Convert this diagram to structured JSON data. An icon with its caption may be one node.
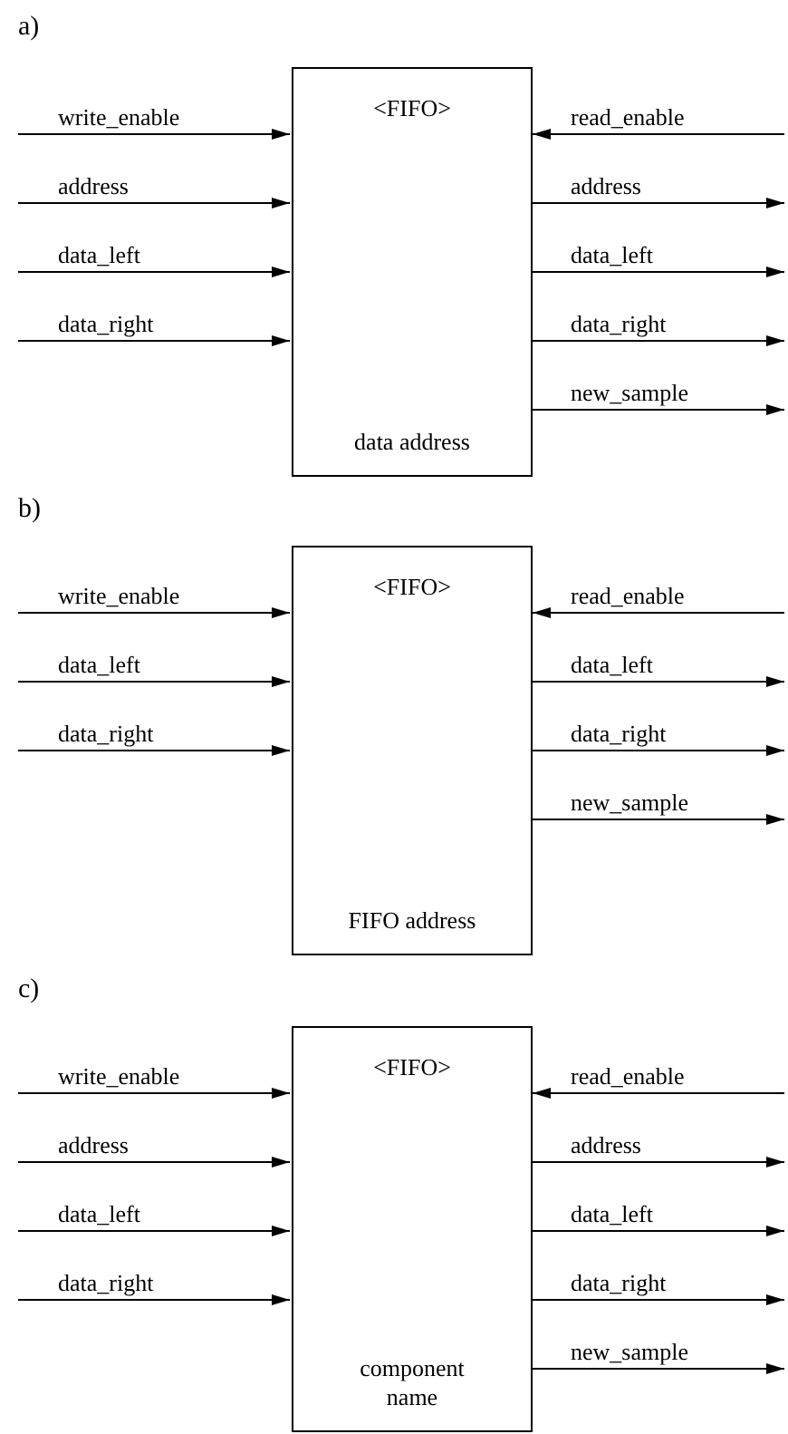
{
  "diagram": {
    "nodes": [
      {
        "text": [
          "<FIFO>",
          "data address"
        ]
      },
      {
        "text": [
          "<FIFO>",
          "FIFO address"
        ]
      },
      {
        "text": [
          "<FIFO>",
          "component name"
        ]
      }
    ],
    "edges": [
      {
        "from": null,
        "to": 0,
        "arrow": "to",
        "label": "write_enable"
      },
      {
        "from": null,
        "to": 0,
        "arrow": "to",
        "label": "address"
      },
      {
        "from": null,
        "to": 0,
        "arrow": "to",
        "label": "data_left"
      },
      {
        "from": null,
        "to": 0,
        "arrow": "to",
        "label": "data_right"
      },
      {
        "from": null,
        "to": 0,
        "arrow": "to",
        "label": "read_enable"
      },
      {
        "from": 0,
        "to": null,
        "arrow": "to",
        "label": "address"
      },
      {
        "from": 0,
        "to": null,
        "arrow": "to",
        "label": "data_left"
      },
      {
        "from": 0,
        "to": null,
        "arrow": "to",
        "label": "data_right"
      },
      {
        "from": 0,
        "to": null,
        "arrow": "to",
        "label": "new_sample"
      },
      {
        "from": null,
        "to": 1,
        "arrow": "to",
        "label": "write_enable"
      },
      {
        "from": null,
        "to": 1,
        "arrow": "to",
        "label": "data_left"
      },
      {
        "from": null,
        "to": 1,
        "arrow": "to",
        "label": "data_right"
      },
      {
        "from": null,
        "to": 1,
        "arrow": "to",
        "label": "read_enable"
      },
      {
        "from": 1,
        "to": null,
        "arrow": "to",
        "label": "data_left"
      },
      {
        "from": 1,
        "to": null,
        "arrow": "to",
        "label": "data_right"
      },
      {
        "from": 1,
        "to": null,
        "arrow": "to",
        "label": "new_sample"
      },
      {
        "from": null,
        "to": 2,
        "arrow": "to",
        "label": "write_enable"
      },
      {
        "from": null,
        "to": 2,
        "arrow": "to",
        "label": "address"
      },
      {
        "from": null,
        "to": 2,
        "arrow": "to",
        "label": "data_left"
      },
      {
        "from": null,
        "to": 2,
        "arrow": "to",
        "label": "data_right"
      },
      {
        "from": null,
        "to": 2,
        "arrow": "to",
        "label": "read_enable"
      },
      {
        "from": 2,
        "to": null,
        "arrow": "to",
        "label": "address"
      },
      {
        "from": 2,
        "to": null,
        "arrow": "to",
        "label": "data_left"
      },
      {
        "from": 2,
        "to": null,
        "arrow": "to",
        "label": "data_right"
      },
      {
        "from": 2,
        "to": null,
        "arrow": "to",
        "label": "new_sample"
      }
    ],
    "labels": [
      "a)",
      "b)",
      "c)"
    ]
  }
}
